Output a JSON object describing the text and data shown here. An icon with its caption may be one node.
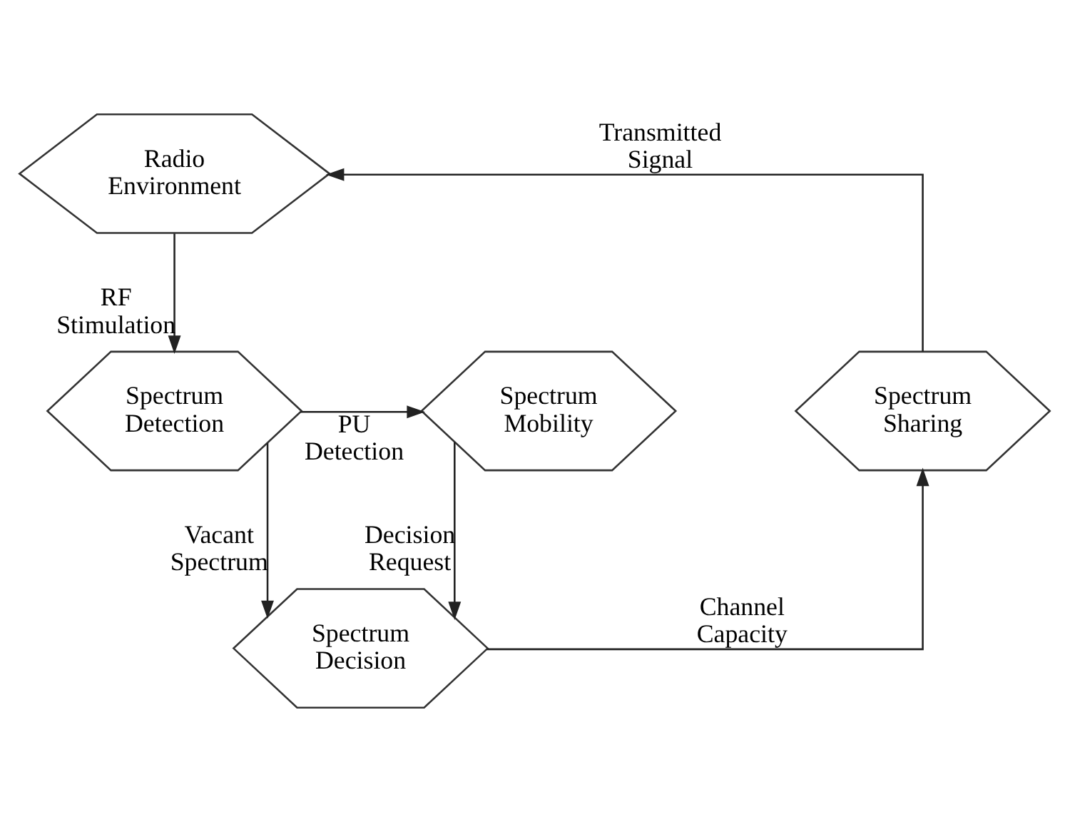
{
  "diagram": {
    "nodes": [
      {
        "text": [
          "Radio Environment"
        ]
      },
      {
        "text": [
          "Spectrum Sharing"
        ]
      },
      {
        "text": [
          "Spectrum Mobility"
        ]
      },
      {
        "text": [
          "Spectrum Detection"
        ]
      },
      {
        "text": [
          "Spectrum Decision"
        ]
      }
    ],
    "edges": [
      {
        "from": 0,
        "to": 3,
        "arrow": "to",
        "label": "RF Stimulation"
      },
      {
        "from": 3,
        "to": 2,
        "arrow": "to",
        "label": "PU Detection"
      },
      {
        "from": 3,
        "to": 4,
        "arrow": "to",
        "label": "Vacant Spectrum"
      },
      {
        "from": 2,
        "to": 4,
        "arrow": "to",
        "label": "Decision Request"
      },
      {
        "from": 4,
        "to": 1,
        "arrow": "to",
        "label": "Channel Capacity"
      },
      {
        "from": 1,
        "to": 0,
        "arrow": "to",
        "label": "Transmitted Signal"
      }
    ]
  }
}
